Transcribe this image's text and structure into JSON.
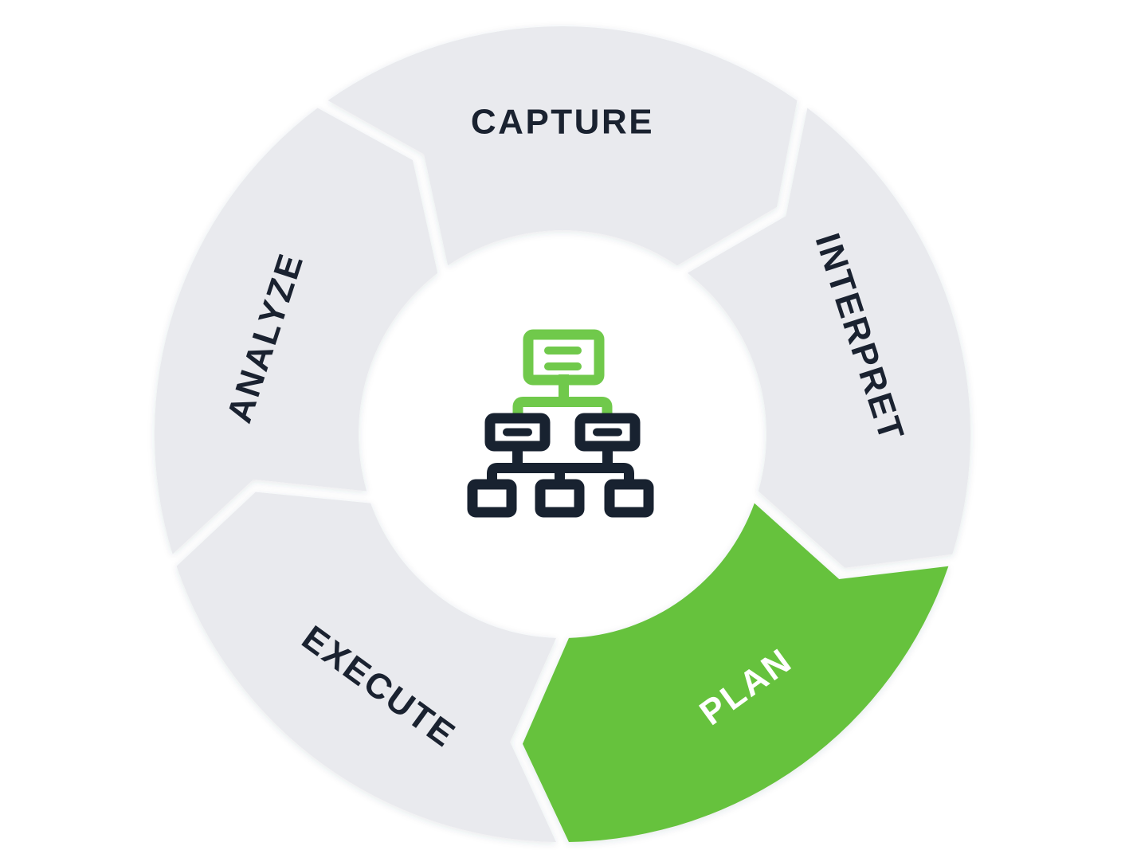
{
  "diagram": {
    "type": "cycle-wheel",
    "direction": "clockwise",
    "center_icon": "sitemap",
    "segments": [
      {
        "id": "capture",
        "label": "CAPTURE",
        "start_angle": -126,
        "end_angle": -54,
        "highlighted": false
      },
      {
        "id": "interpret",
        "label": "INTERPRET",
        "start_angle": -54,
        "end_angle": 18,
        "highlighted": false
      },
      {
        "id": "plan",
        "label": "PLAN",
        "start_angle": 18,
        "end_angle": 90,
        "highlighted": true
      },
      {
        "id": "execute",
        "label": "EXECUTE",
        "start_angle": 90,
        "end_angle": 162,
        "highlighted": false
      },
      {
        "id": "analyze",
        "label": "ANALYZE",
        "start_angle": 162,
        "end_angle": 234,
        "highlighted": false
      }
    ]
  },
  "colors": {
    "background": "#ffffff",
    "segment_gray": "#e9eaee",
    "segment_green": "#66c23e",
    "label_dark": "#1a2230",
    "label_light": "#ffffff",
    "icon_green": "#70c94b",
    "icon_dark": "#182230",
    "gap_white": "#ffffff"
  }
}
